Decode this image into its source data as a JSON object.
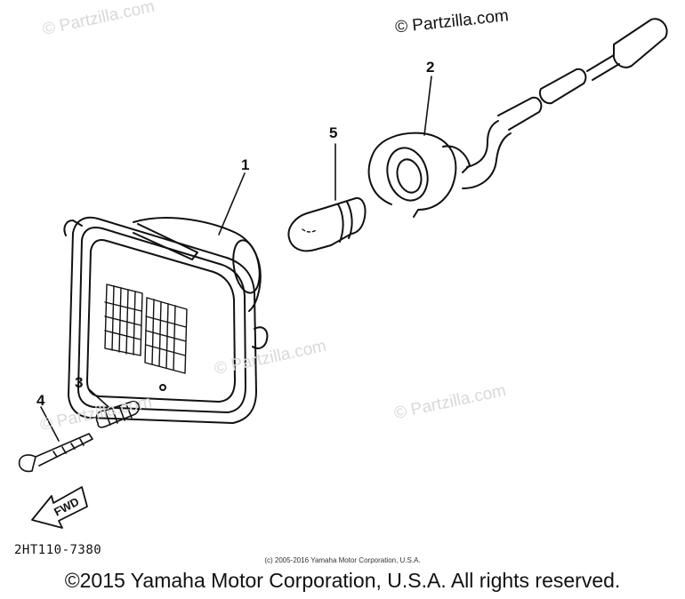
{
  "watermarks": {
    "top_left": "© Partzilla.com",
    "top_right": "© Partzilla.com",
    "mid_left": "© Partzilla.com",
    "mid_center": "© Partzilla.com",
    "mid_right": "© Partzilla.com"
  },
  "callouts": [
    {
      "number": "1",
      "part": "headlight-unit"
    },
    {
      "number": "2",
      "part": "bulb-socket-cord"
    },
    {
      "number": "3",
      "part": "adjusting-spring"
    },
    {
      "number": "4",
      "part": "adjusting-screw"
    },
    {
      "number": "5",
      "part": "bulb"
    }
  ],
  "fwd_label": "FWD",
  "part_code": "2HT110-7380",
  "small_copyright": "(c) 2005-2016 Yamaha Motor Corporation, U.S.A.",
  "main_copyright": "©2015 Yamaha Motor Corporation, U.S.A. All rights reserved."
}
